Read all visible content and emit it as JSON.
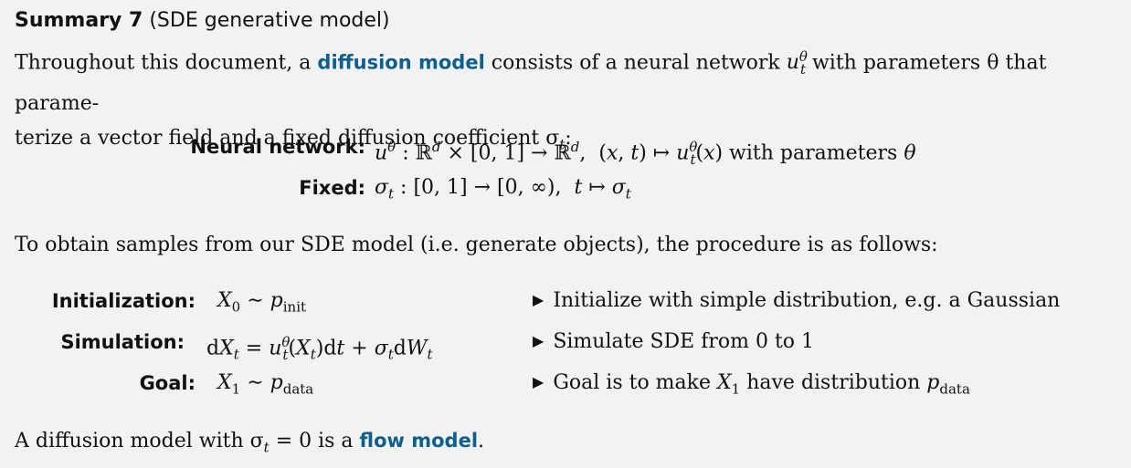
{
  "summary": {
    "title_bold": "Summary 7",
    "title_rest": " (SDE generative model)"
  },
  "intro": {
    "part1": "Throughout this document, a ",
    "keyword": "diffusion model",
    "part2": " consists of a neural network ",
    "math1": "u",
    "part3": " with parameters θ that parame-",
    "line2": "terize a vector field and a fixed diffusion coefficient σ",
    "line2_sub": "t",
    "line2_end": ":"
  },
  "definitions": [
    {
      "label": "Neural network:",
      "formula": "u^θ : ℝ^d × [0, 1] → ℝ^d,  (x, t) ↦ u_t^θ(x) with parameters θ"
    },
    {
      "label": "Fixed:",
      "formula": "σ_t : [0, 1] → [0, ∞),  t ↦ σ_t"
    }
  ],
  "procedure_intro": "To obtain samples from our SDE model (i.e. generate objects), the procedure is as follows:",
  "steps": [
    {
      "label": "Initialization:",
      "formula": "X_0 ∼ p_init",
      "note": "Initialize with simple distribution, e.g. a Gaussian"
    },
    {
      "label": "Simulation:",
      "formula": "dX_t = u_t^θ(X_t)dt + σ_t dW_t",
      "note": "Simulate SDE from 0 to 1"
    },
    {
      "label": "Goal:",
      "formula": "X_1 ∼ p_data",
      "note": "Goal is to make X_1 have distribution p_data"
    }
  ],
  "closing": {
    "part1": "A diffusion model with σ",
    "part1_sub": "t",
    "part2": " = 0 is a ",
    "keyword": "flow model",
    "part3": "."
  }
}
